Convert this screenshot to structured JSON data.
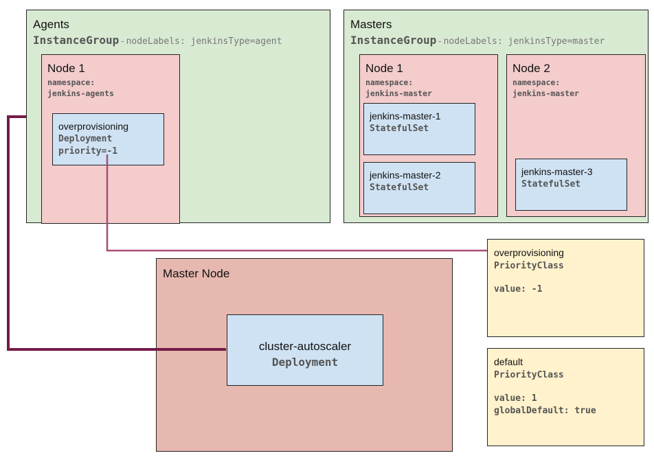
{
  "agents": {
    "title": "Agents",
    "kind": "InstanceGroup",
    "separator": "-",
    "node_labels": "nodeLabels: jenkinsType=agent",
    "node": {
      "title": "Node 1",
      "namespace_label": "namespace:",
      "namespace_value": "jenkins-agents",
      "workload": {
        "name": "overprovisioning",
        "kind": "Deployment",
        "priority": "priority=-1"
      }
    }
  },
  "masters": {
    "title": "Masters",
    "kind": "InstanceGroup",
    "separator": "-",
    "node_labels": "nodeLabels: jenkinsType=master",
    "node1": {
      "title": "Node 1",
      "namespace_label": "namespace:",
      "namespace_value": "jenkins-master",
      "workloads": [
        {
          "name": "jenkins-master-1",
          "kind": "StatefulSet"
        },
        {
          "name": "jenkins-master-2",
          "kind": "StatefulSet"
        }
      ]
    },
    "node2": {
      "title": "Node 2",
      "namespace_label": "namespace:",
      "namespace_value": "jenkins-master",
      "workload": {
        "name": "jenkins-master-3",
        "kind": "StatefulSet"
      }
    }
  },
  "master_node": {
    "title": "Master Node",
    "workload": {
      "name": "cluster-autoscaler",
      "kind": "Deployment"
    }
  },
  "priority_classes": [
    {
      "name": "overprovisioning",
      "kind": "PriorityClass",
      "lines": [
        "value: -1"
      ]
    },
    {
      "name": "default",
      "kind": "PriorityClass",
      "lines": [
        "value: 1",
        "globalDefault: true"
      ]
    }
  ],
  "colors": {
    "instance_group": "#d9ead3",
    "node": "#f4cccc",
    "workload": "#cfe2f3",
    "priority_class": "#fff2cc",
    "master_node": "#e6b8af",
    "autoscaler_link": "#741b47",
    "priority_link": "#a64d79"
  }
}
